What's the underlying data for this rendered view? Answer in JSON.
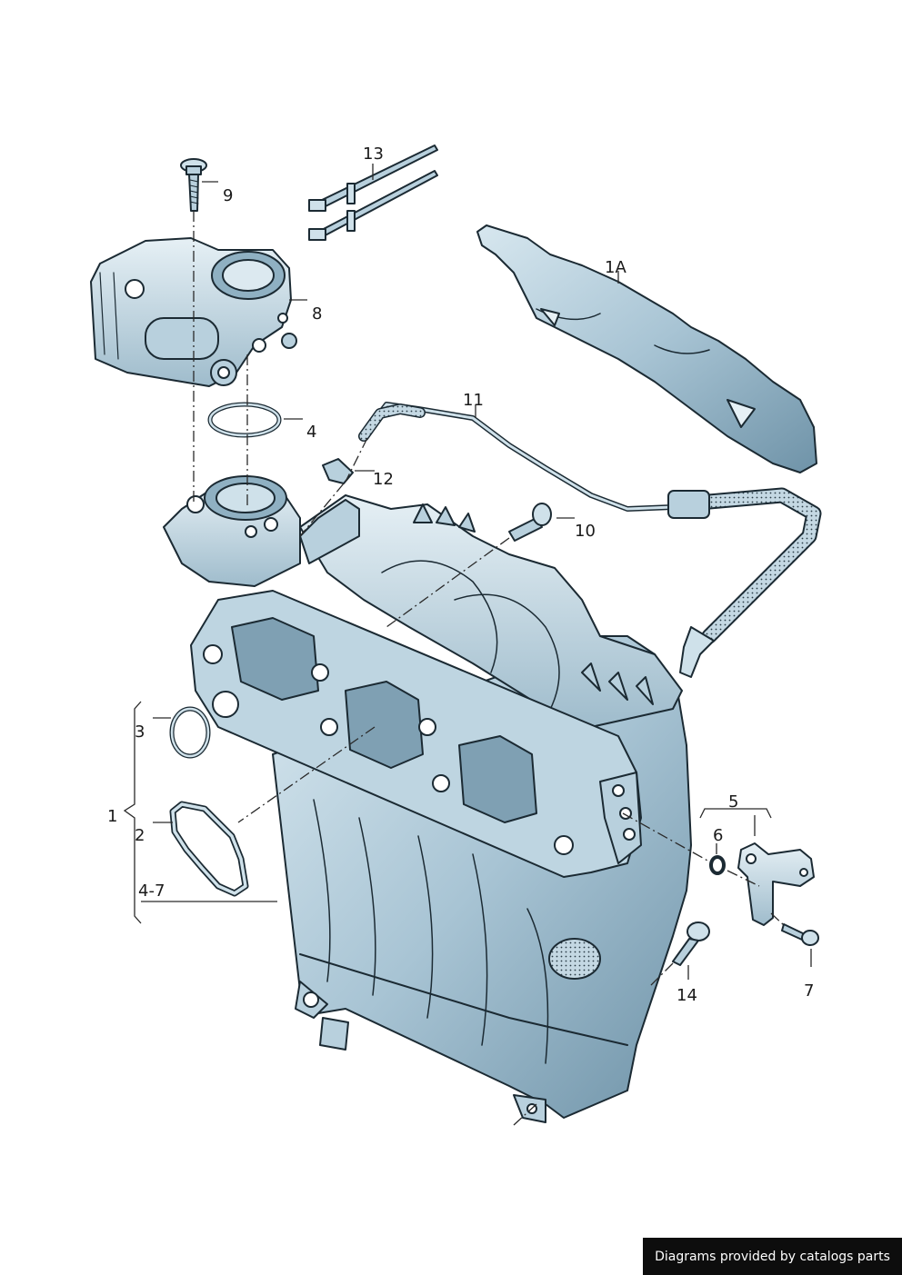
{
  "callouts": {
    "c1": "1",
    "c1a": "1A",
    "c2": "2",
    "c3": "3",
    "c4": "4",
    "c4_7": "4-7",
    "c5": "5",
    "c6": "6",
    "c7": "7",
    "c8": "8",
    "c9": "9",
    "c10": "10",
    "c11": "11",
    "c12": "12",
    "c13": "13",
    "c14": "14"
  },
  "credit": "Diagrams provided by catalogs parts",
  "colors": {
    "part_fill": "#a9c6d6",
    "part_fill_light": "#cfe1ea",
    "part_shadow": "#6f93a8",
    "outline": "#1b2a33",
    "leader": "#2a2a2a"
  }
}
